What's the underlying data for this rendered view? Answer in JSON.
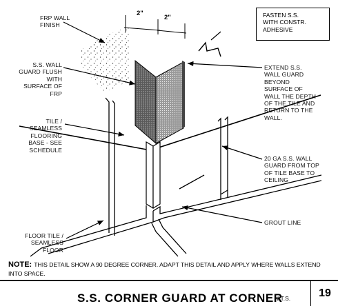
{
  "labels": {
    "frp_finish": [
      "FRP WALL",
      "FINISH"
    ],
    "wall_guard_flush": [
      "S.S. WALL",
      "GUARD FLUSH",
      "WITH",
      "SURFACE OF",
      "FRP"
    ],
    "tile_base": [
      "TILE /",
      "SEAMLESS",
      "FLOORING",
      "BASE - SEE",
      "SCHEDULE"
    ],
    "floor_tile": [
      "FLOOR TILE /",
      "SEAMLESS",
      "FLOOR"
    ],
    "extend_guard": [
      "EXTEND S.S.",
      "WALL GUARD",
      "BEYOND",
      "SURFACE OF",
      "WALL THE DEPTH",
      "OF THE TILE AND",
      "RETURN TO THE",
      "WALL."
    ],
    "gauge_guard": [
      "20 GA S.S. WALL",
      "GUARD FROM TOP",
      "OF TILE BASE TO",
      "CEILING"
    ],
    "grout_line": "GROUT LINE"
  },
  "callout_box": [
    "FASTEN S.S.",
    "WITH CONSTR.",
    "ADHESIVE"
  ],
  "dimensions": {
    "left": "2\"",
    "right": "2\""
  },
  "note": {
    "label": "NOTE:",
    "text": "THIS DETAIL SHOW A 90 DEGREE CORNER.  ADAPT THIS DETAIL AND APPLY WHERE WALLS EXTEND INTO SPACE."
  },
  "title_block": {
    "title": "S.S. CORNER GUARD AT CORNER",
    "scale": "N.T.S.",
    "sheet": "19"
  }
}
